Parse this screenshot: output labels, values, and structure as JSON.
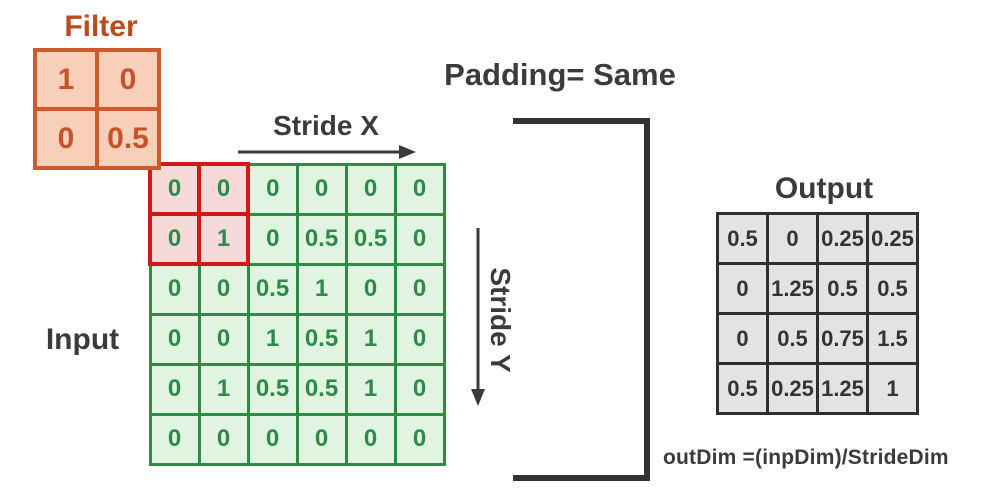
{
  "labels": {
    "filter": "Filter",
    "input": "Input",
    "output": "Output",
    "padding": "Padding= Same",
    "stride_x": "Stride X",
    "stride_y": "Stride Y",
    "formula": "outDim =(inpDim)/StrideDim"
  },
  "filter_grid": {
    "values": [
      [
        "1",
        "0"
      ],
      [
        "0",
        "0.5"
      ]
    ]
  },
  "input_grid": {
    "values": [
      [
        "0",
        "0",
        "0",
        "0",
        "0",
        "0"
      ],
      [
        "0",
        "1",
        "0",
        "0.5",
        "0.5",
        "0"
      ],
      [
        "0",
        "0",
        "0.5",
        "1",
        "0",
        "0"
      ],
      [
        "0",
        "0",
        "1",
        "0.5",
        "1",
        "0"
      ],
      [
        "0",
        "1",
        "0.5",
        "0.5",
        "1",
        "0"
      ],
      [
        "0",
        "0",
        "0",
        "0",
        "0",
        "0"
      ]
    ],
    "highlight_cells": [
      [
        0,
        0
      ],
      [
        0,
        1
      ],
      [
        1,
        0
      ],
      [
        1,
        1
      ]
    ]
  },
  "output_grid": {
    "values": [
      [
        "0.5",
        "0",
        "0.25",
        "0.25"
      ],
      [
        "0",
        "1.25",
        "0.5",
        "0.5"
      ],
      [
        "0",
        "0.5",
        "0.75",
        "1.5"
      ],
      [
        "0.5",
        "0.25",
        "1.25",
        "1"
      ]
    ]
  },
  "colors": {
    "filter_label": "#bc4a1e",
    "filter_border": "#cd5a2c",
    "filter_fill": "#f8cfb8",
    "filter_text": "#c5532a",
    "green_border": "#2e8b47",
    "green_fill": "#e0f4e1",
    "green_text": "#2e8b47",
    "red_border": "#d31616",
    "red_fill": "#f6dada",
    "output_border": "#2f2f2f",
    "output_fill": "#e3e3e3",
    "output_text": "#333333",
    "dark_text": "#3b3b3b",
    "arrow_color": "#3a3a3a",
    "bracket_color": "#333333"
  }
}
